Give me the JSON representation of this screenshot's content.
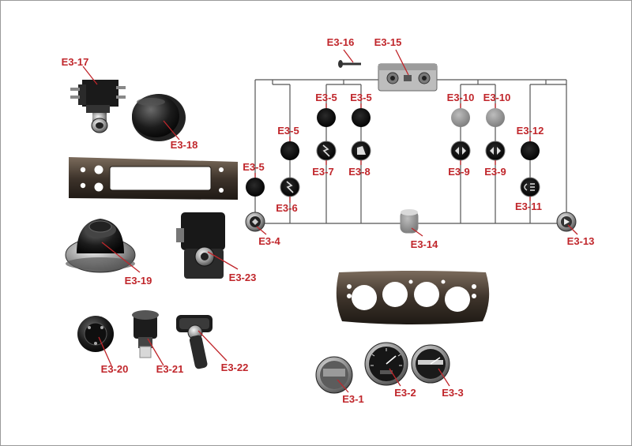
{
  "colors": {
    "label": "#c0262b",
    "leader": "#c0262b",
    "wire": "#555555",
    "part_dark": "#111111",
    "part_mid": "#6e6e6e",
    "part_light": "#c8c8c8"
  },
  "labels": {
    "e3_1": "E3-1",
    "e3_2": "E3-2",
    "e3_3": "E3-3",
    "e3_4": "E3-4",
    "e3_5": "E3-5",
    "e3_6": "E3-6",
    "e3_7": "E3-7",
    "e3_8": "E3-8",
    "e3_9": "E3-9",
    "e3_10": "E3-10",
    "e3_11": "E3-11",
    "e3_12": "E3-12",
    "e3_13": "E3-13",
    "e3_14": "E3-14",
    "e3_15": "E3-15",
    "e3_16": "E3-16",
    "e3_17": "E3-17",
    "e3_18": "E3-18",
    "e3_19": "E3-19",
    "e3_20": "E3-20",
    "e3_21": "E3-21",
    "e3_22": "E3-22",
    "e3_23": "E3-23"
  }
}
